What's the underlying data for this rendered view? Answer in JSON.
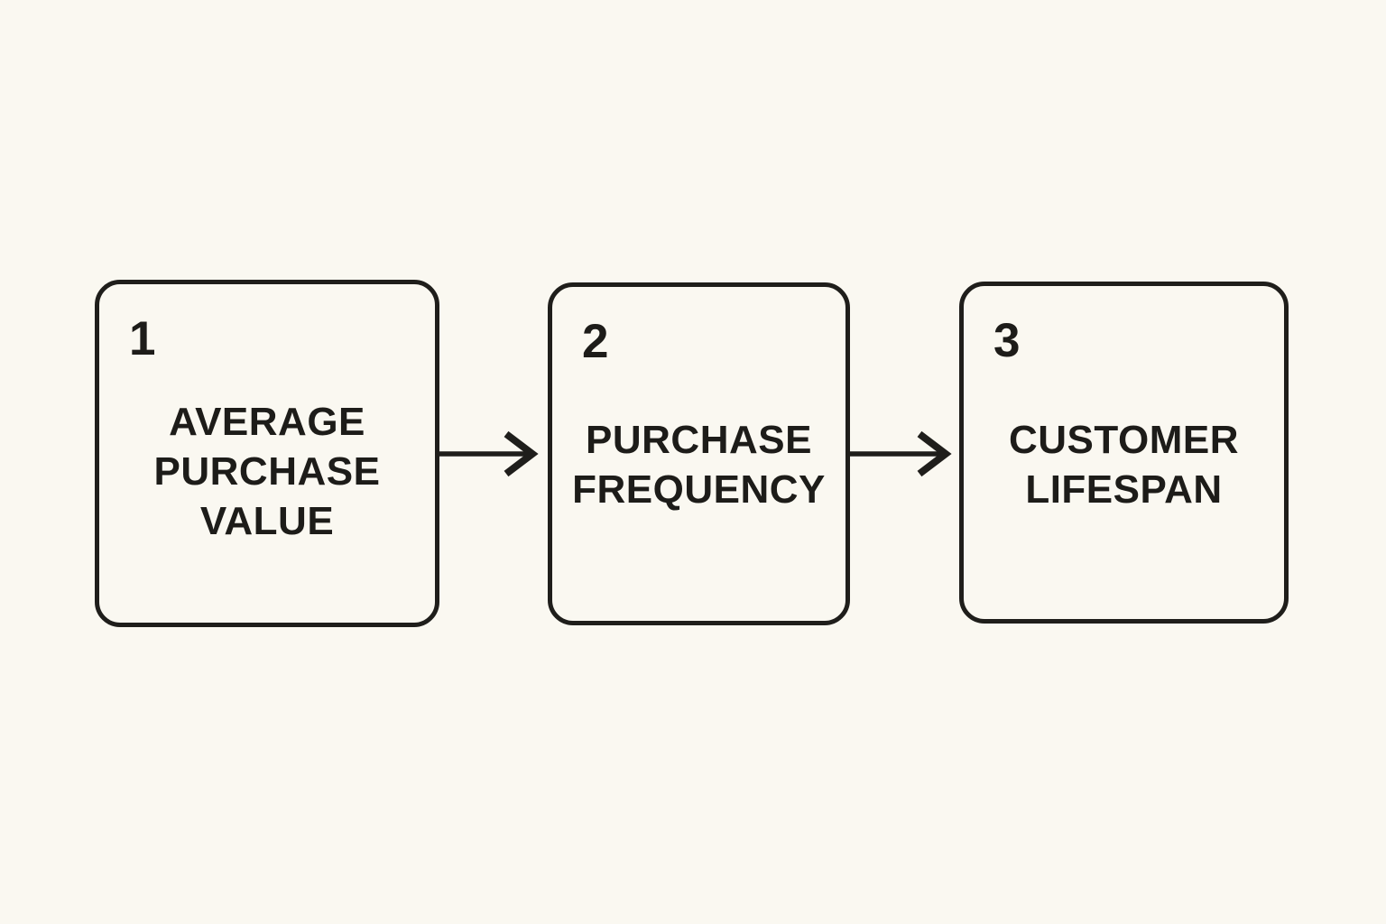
{
  "colors": {
    "background": "#FAF8F1",
    "stroke": "#1F1E1B",
    "text": "#1D1C19"
  },
  "diagram": {
    "type": "flow",
    "direction": "left-to-right",
    "steps": [
      {
        "number": "1",
        "title": "AVERAGE\nPURCHASE\nVALUE"
      },
      {
        "number": "2",
        "title": "PURCHASE\nFREQUENCY"
      },
      {
        "number": "3",
        "title": "CUSTOMER\nLIFESPAN"
      }
    ],
    "connectors": [
      {
        "from": "1",
        "to": "2",
        "icon": "arrow-right-icon"
      },
      {
        "from": "2",
        "to": "3",
        "icon": "arrow-right-icon"
      }
    ]
  }
}
